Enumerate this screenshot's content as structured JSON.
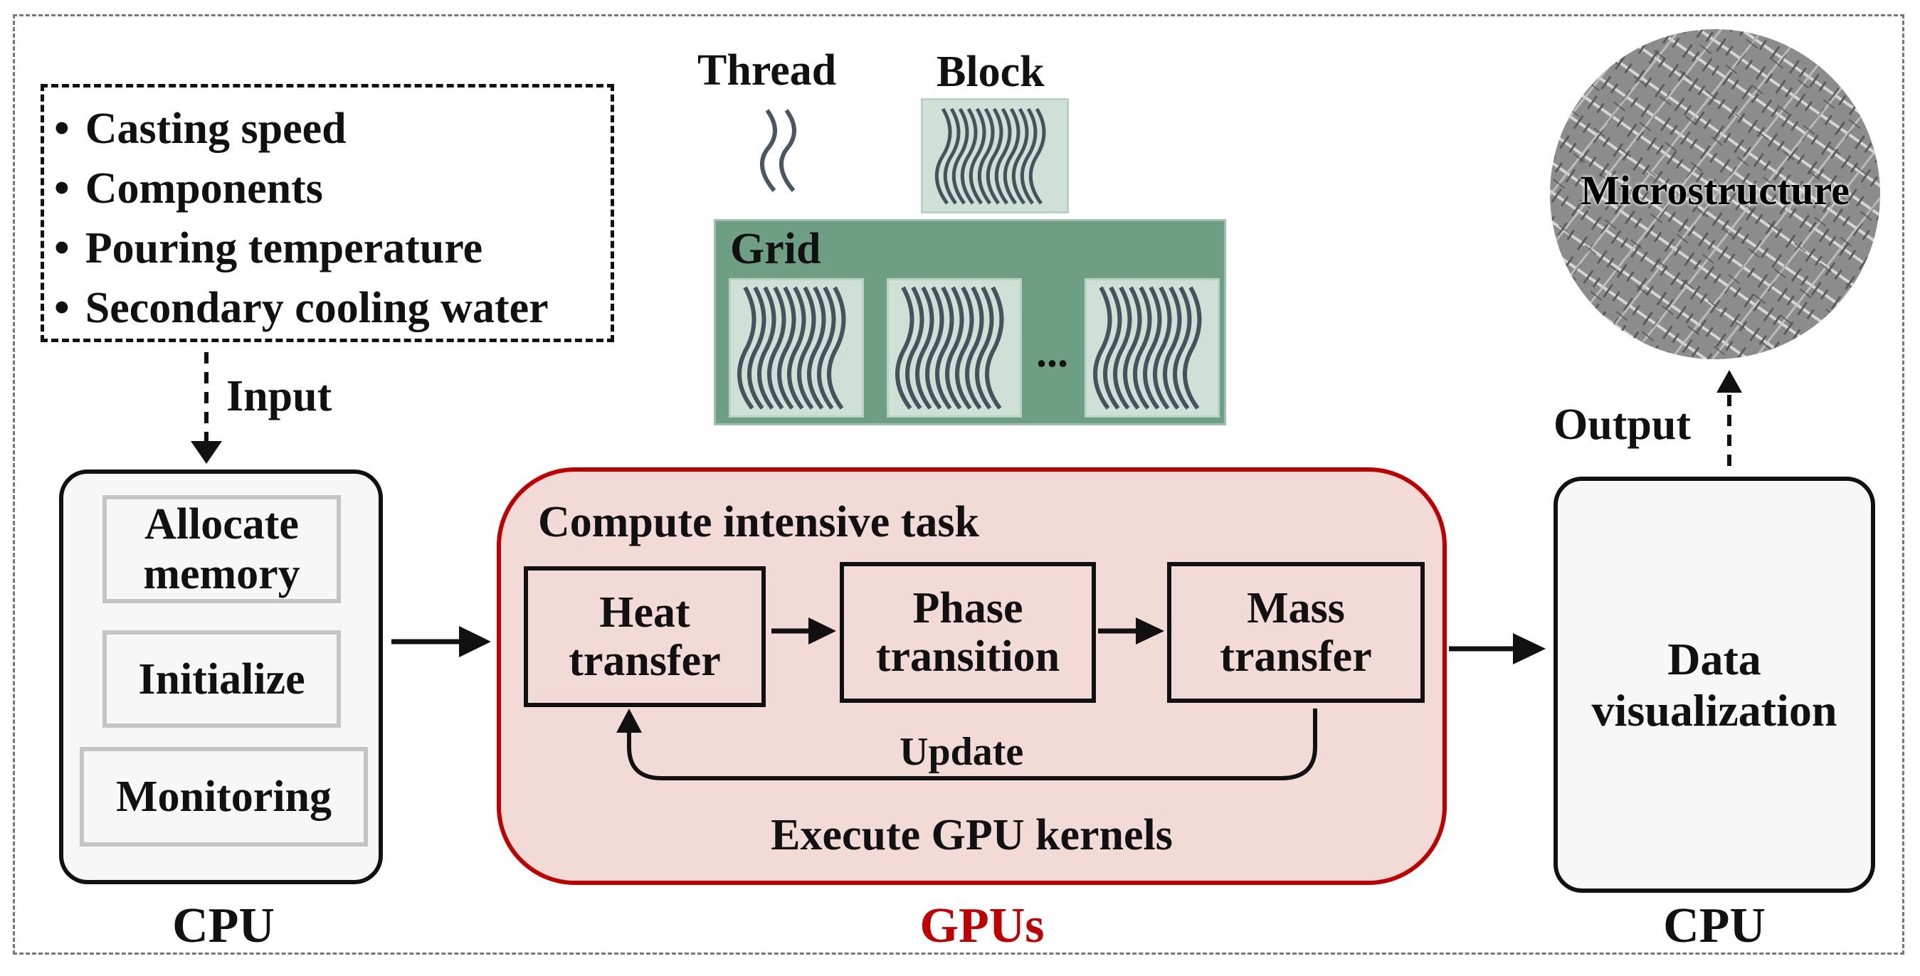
{
  "inputs": {
    "items": [
      "Casting speed",
      "Components",
      "Pouring temperature",
      "Secondary cooling water"
    ],
    "arrow_label": "Input"
  },
  "cpu_left": {
    "steps": [
      "Allocate memory",
      "Initialize",
      "Monitoring"
    ],
    "label": "CPU"
  },
  "gpu_hierarchy": {
    "thread_label": "Thread",
    "block_label": "Block",
    "grid_label": "Grid",
    "ellipsis": "..."
  },
  "gpu": {
    "title": "Compute intensive task",
    "kernels": [
      "Heat transfer",
      "Phase transition",
      "Mass transfer"
    ],
    "update_label": "Update",
    "footer": "Execute GPU kernels",
    "label": "GPUs",
    "label_color": "#c00000",
    "panel_fill": "#f2dad7"
  },
  "cpu_right": {
    "box_text": "Data visualization",
    "label": "CPU"
  },
  "output": {
    "arrow_label": "Output",
    "image_label": "Microstructure"
  }
}
